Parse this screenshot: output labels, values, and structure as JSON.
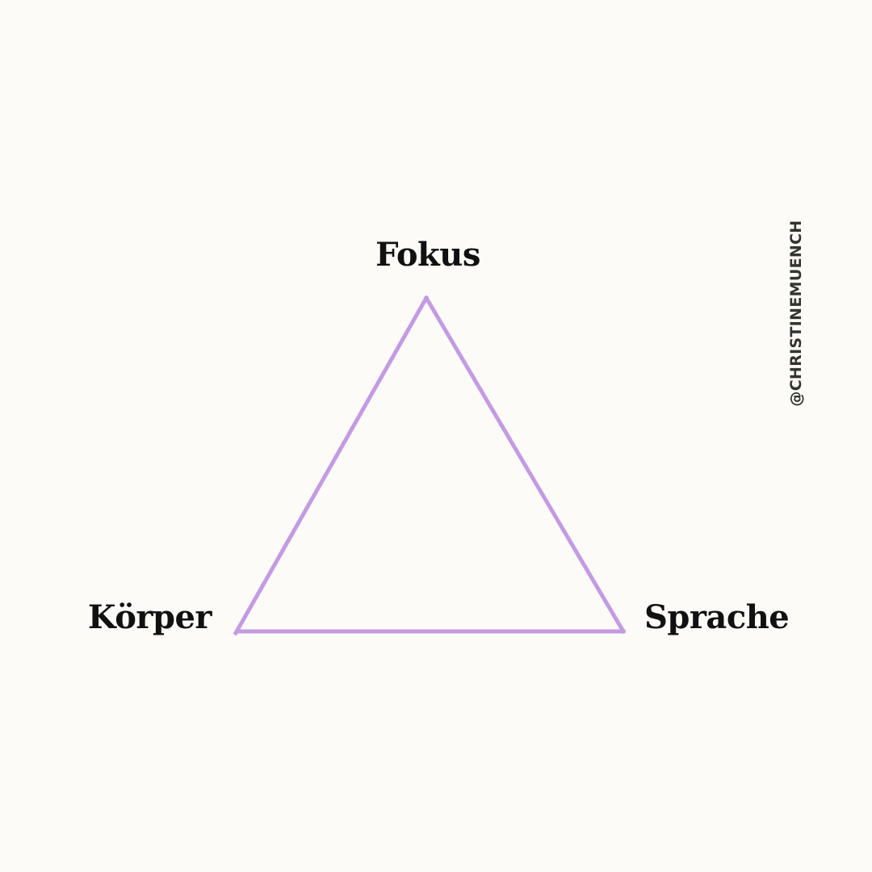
{
  "colors": {
    "background": "#fdfbf7",
    "triangle_stroke": "#c39be3",
    "label_text": "#111111",
    "watermark_text": "#333333"
  },
  "diagram": {
    "vertices": {
      "top": {
        "label": "Fokus"
      },
      "left": {
        "label": "Körper"
      },
      "right": {
        "label": "Sprache"
      }
    }
  },
  "watermark": {
    "text": "@CHRISTINEMUENCH"
  }
}
